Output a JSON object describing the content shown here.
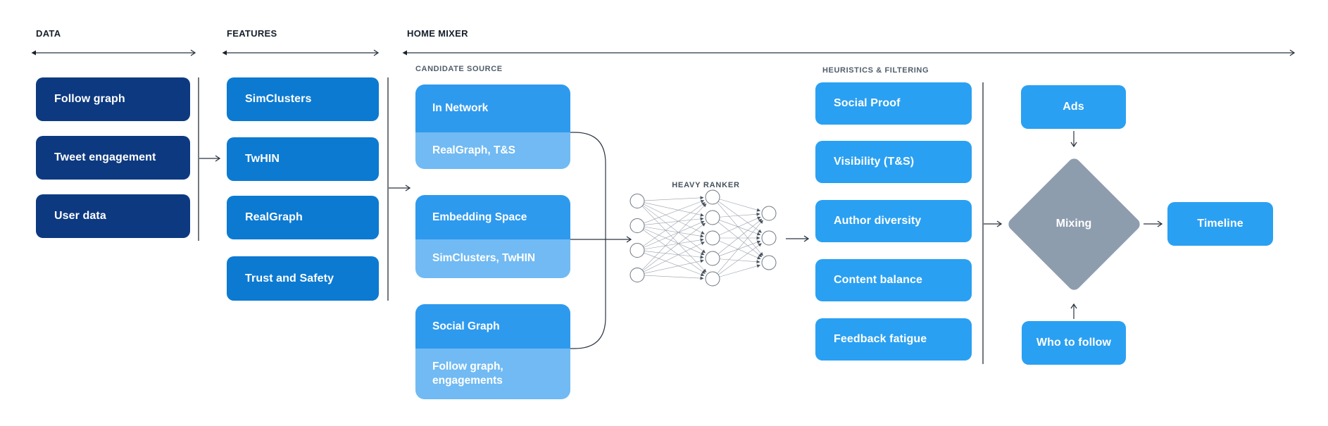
{
  "sections": {
    "data": {
      "header": "DATA",
      "items": [
        "Follow graph",
        "Tweet engagement",
        "User data"
      ]
    },
    "features": {
      "header": "FEATURES",
      "items": [
        "SimClusters",
        "TwHIN",
        "RealGraph",
        "Trust and Safety"
      ]
    },
    "home_mixer": {
      "header": "HOME MIXER",
      "candidate_source": {
        "label": "CANDIDATE SOURCE",
        "cards": [
          {
            "title": "In Network",
            "subtitle": "RealGraph, T&S"
          },
          {
            "title": "Embedding Space",
            "subtitle": "SimClusters, TwHIN"
          },
          {
            "title": "Social Graph",
            "subtitle": "Follow graph, engagements"
          }
        ]
      },
      "heavy_ranker": {
        "label": "HEAVY RANKER",
        "layers": [
          4,
          5,
          3
        ]
      },
      "heuristics_filtering": {
        "label": "HEURISTICS & FILTERING",
        "items": [
          "Social Proof",
          "Visibility (T&S)",
          "Author diversity",
          "Content balance",
          "Feedback fatigue"
        ]
      },
      "mixing": {
        "ads": "Ads",
        "who_to_follow": "Who to follow",
        "diamond": "Mixing",
        "timeline": "Timeline"
      }
    }
  },
  "colors": {
    "background": "#ffffff",
    "navy": "#0d3980",
    "feature_blue": "#0c7ad1",
    "sky_blue": "#2aa0f2",
    "card_top_blue": "#2e9aee",
    "card_sub_blue": "#71baf3",
    "diamond_gray": "#8d9dae",
    "line": "#2b3440"
  }
}
